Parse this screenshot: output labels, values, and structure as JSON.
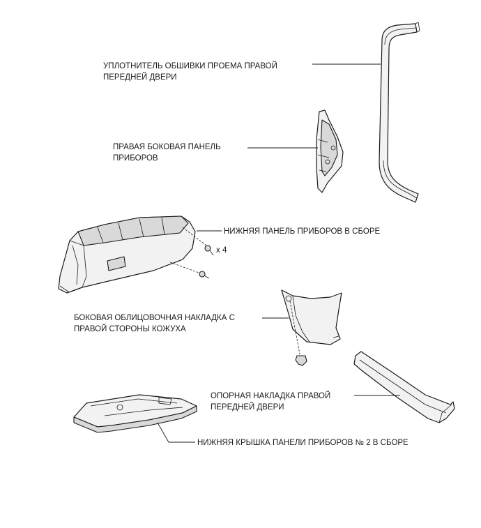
{
  "labels": {
    "door_weatherstrip_l1": "УПЛОТНИТЕЛЬ ОБШИВКИ ПРОЕМА ПРАВОЙ",
    "door_weatherstrip_l2": "ПЕРЕДНЕЙ ДВЕРИ",
    "side_panel_l1": "ПРАВАЯ БОКОВАЯ ПАНЕЛЬ",
    "side_panel_l2": "ПРИБОРОВ",
    "lower_panel": "НИЖНЯЯ ПАНЕЛЬ ПРИБОРОВ В СБОРЕ",
    "screw_qty": "x 4",
    "cowl_side_l1": "БОКОВАЯ ОБЛИЦОВОЧНАЯ НАКЛАДКА С",
    "cowl_side_l2": "ПРАВОЙ СТОРОНЫ КОЖУХА",
    "scuff_plate_l1": "ОПОРНАЯ НАКЛАДКА ПРАВОЙ",
    "scuff_plate_l2": "ПЕРЕДНЕЙ ДВЕРИ",
    "lower_cover": "НИЖНЯЯ КРЫШКА ПАНЕЛИ ПРИБОРОВ № 2 В СБОРЕ"
  }
}
